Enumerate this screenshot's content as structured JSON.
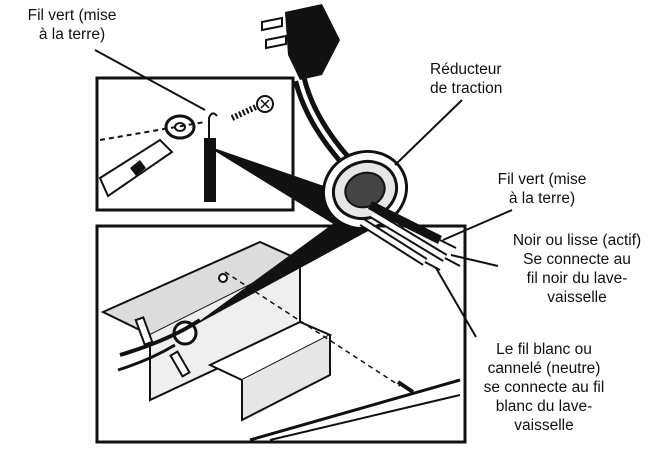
{
  "labels": {
    "ground_inset": [
      "Fil vert (mise",
      "à la terre)"
    ],
    "strain_relief": [
      "Réducteur",
      "de traction"
    ],
    "ground_wire": [
      "Fil vert (mise",
      "à la terre)"
    ],
    "black_wire": [
      "Noir ou lisse (actif)",
      "Se connecte au",
      "fil noir du lave-",
      "vaisselle"
    ],
    "white_wire": [
      "Le fil blanc ou",
      "cannelé (neutre)",
      "se connecte au fil",
      "blanc du lave-",
      "vaisselle"
    ]
  },
  "colors": {
    "ink": "#111111",
    "paper": "#ffffff",
    "shade": "#dcdcdc"
  }
}
